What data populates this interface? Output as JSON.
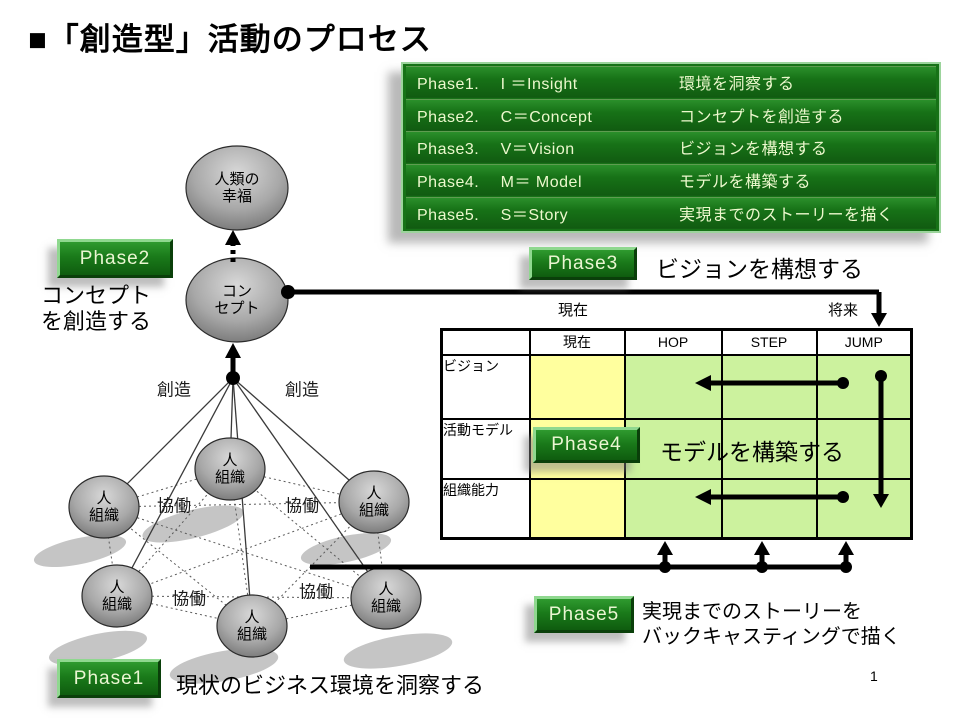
{
  "slide": {
    "title": "■「創造型」活動のプロセス",
    "page_number": "1"
  },
  "legend": {
    "rows": [
      {
        "key": "Phase1.　 I ＝Insight",
        "desc": "環境を洞察する"
      },
      {
        "key": "Phase2.　 C＝Concept",
        "desc": "コンセプトを創造する"
      },
      {
        "key": "Phase3.　 V＝Vision",
        "desc": "ビジョンを構想する"
      },
      {
        "key": "Phase4.　 M＝ Model",
        "desc": "モデルを構築する"
      },
      {
        "key": "Phase5.　 S＝Story",
        "desc": "実現までのストーリーを描く"
      }
    ]
  },
  "phases": {
    "p1": {
      "label": "Phase1",
      "desc": "現状のビジネス環境を洞察する"
    },
    "p2": {
      "label": "Phase2",
      "desc": "コンセプト\nを創造する"
    },
    "p3": {
      "label": "Phase3",
      "desc": "ビジョンを構想する"
    },
    "p4": {
      "label": "Phase4",
      "desc": "モデルを構築する"
    },
    "p5": {
      "label": "Phase5",
      "desc": "実現までのストーリーを\nバックキャスティングで描く"
    }
  },
  "diagram": {
    "happiness_label": "人類の\n幸福",
    "concept_label": "コン\nセプト",
    "org_label": "人\n組織",
    "create_label": "創造",
    "collab_label": "協働"
  },
  "table": {
    "above_left": "現在",
    "above_right": "将来",
    "col_headers": [
      "現在",
      "HOP",
      "STEP",
      "JUMP"
    ],
    "row_headers": [
      "ビジョン",
      "活動モデル",
      "組織能力"
    ]
  },
  "colors": {
    "phase_green": "#1a7a1a",
    "cell_yellow": "#ffff9e",
    "cell_green": "#ccf29e",
    "node_gray": "#9a9a9a"
  }
}
